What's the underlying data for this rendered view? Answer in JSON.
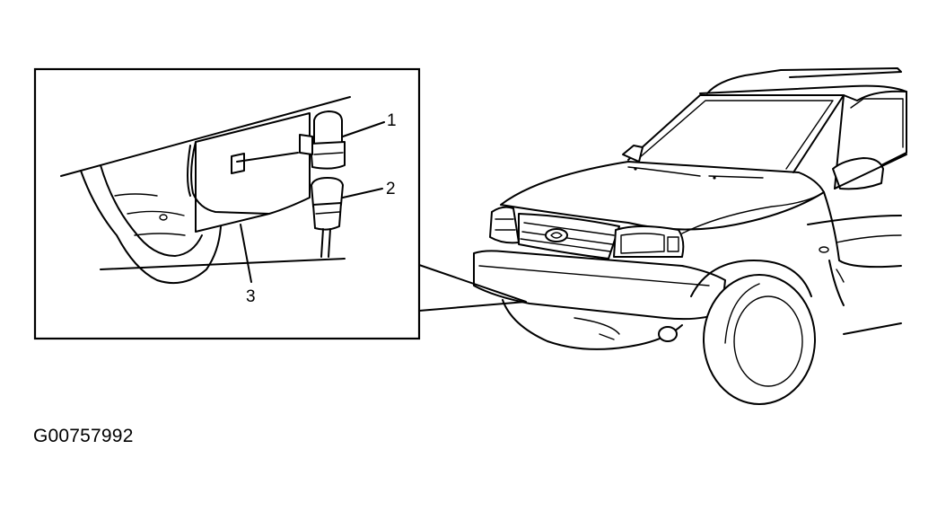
{
  "callouts": {
    "label_1": "1",
    "label_2": "2",
    "label_3": "3"
  },
  "figure_id": "G00757992",
  "colors": {
    "ink": "#000000",
    "paper": "#ffffff"
  }
}
